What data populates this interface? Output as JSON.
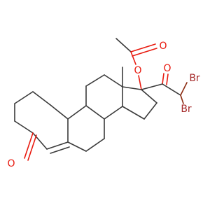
{
  "atoms": {
    "oxygen_ketone": "O",
    "oxygen_ester": "O",
    "oxygen_acetyl": "O",
    "oxygen_side_ketone": "O",
    "bromine_1": "Br",
    "bromine_2": "Br"
  },
  "colors": {
    "bond": "#3a3a3a",
    "oxygen": "#e8190e",
    "bromine": "#a52a2a"
  }
}
